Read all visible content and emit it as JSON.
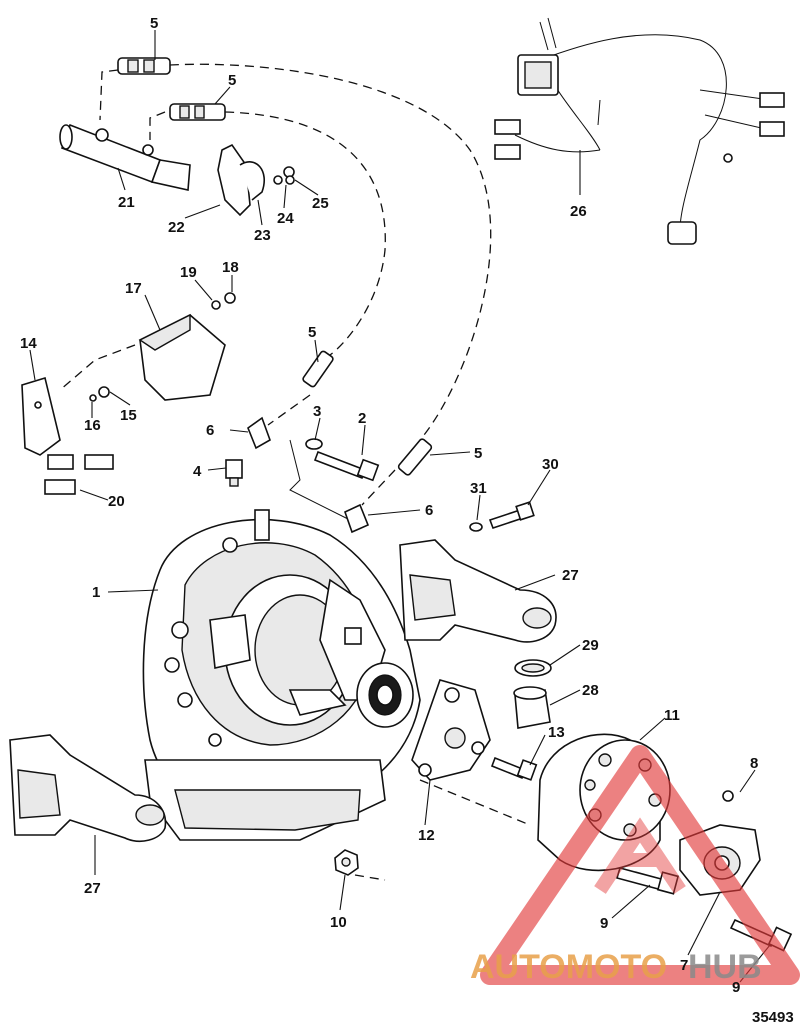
{
  "diagram": {
    "figure_number": "35493",
    "callouts": [
      {
        "id": "c1",
        "label": "1"
      },
      {
        "id": "c2",
        "label": "2"
      },
      {
        "id": "c3",
        "label": "3"
      },
      {
        "id": "c4",
        "label": "4"
      },
      {
        "id": "c5a",
        "label": "5"
      },
      {
        "id": "c5b",
        "label": "5"
      },
      {
        "id": "c5c",
        "label": "5"
      },
      {
        "id": "c5d",
        "label": "5"
      },
      {
        "id": "c6a",
        "label": "6"
      },
      {
        "id": "c6b",
        "label": "6"
      },
      {
        "id": "c7",
        "label": "7"
      },
      {
        "id": "c8",
        "label": "8"
      },
      {
        "id": "c9a",
        "label": "9"
      },
      {
        "id": "c9b",
        "label": "9"
      },
      {
        "id": "c10",
        "label": "10"
      },
      {
        "id": "c11",
        "label": "11"
      },
      {
        "id": "c12",
        "label": "12"
      },
      {
        "id": "c13",
        "label": "13"
      },
      {
        "id": "c14",
        "label": "14"
      },
      {
        "id": "c15",
        "label": "15"
      },
      {
        "id": "c16",
        "label": "16"
      },
      {
        "id": "c17",
        "label": "17"
      },
      {
        "id": "c18",
        "label": "18"
      },
      {
        "id": "c19",
        "label": "19"
      },
      {
        "id": "c20",
        "label": "20"
      },
      {
        "id": "c21",
        "label": "21"
      },
      {
        "id": "c22",
        "label": "22"
      },
      {
        "id": "c23",
        "label": "23"
      },
      {
        "id": "c24",
        "label": "24"
      },
      {
        "id": "c25",
        "label": "25"
      },
      {
        "id": "c26",
        "label": "26"
      },
      {
        "id": "c27a",
        "label": "27"
      },
      {
        "id": "c27b",
        "label": "27"
      },
      {
        "id": "c28",
        "label": "28"
      },
      {
        "id": "c29",
        "label": "29"
      },
      {
        "id": "c30",
        "label": "30"
      },
      {
        "id": "c31",
        "label": "31"
      }
    ]
  },
  "watermark": {
    "text_part1": "AUTOMOTO",
    "text_part2": "HUB",
    "color_primary": "#e8a04a",
    "color_secondary": "#8a8a8a",
    "triangle_color": "#e23a3a"
  }
}
